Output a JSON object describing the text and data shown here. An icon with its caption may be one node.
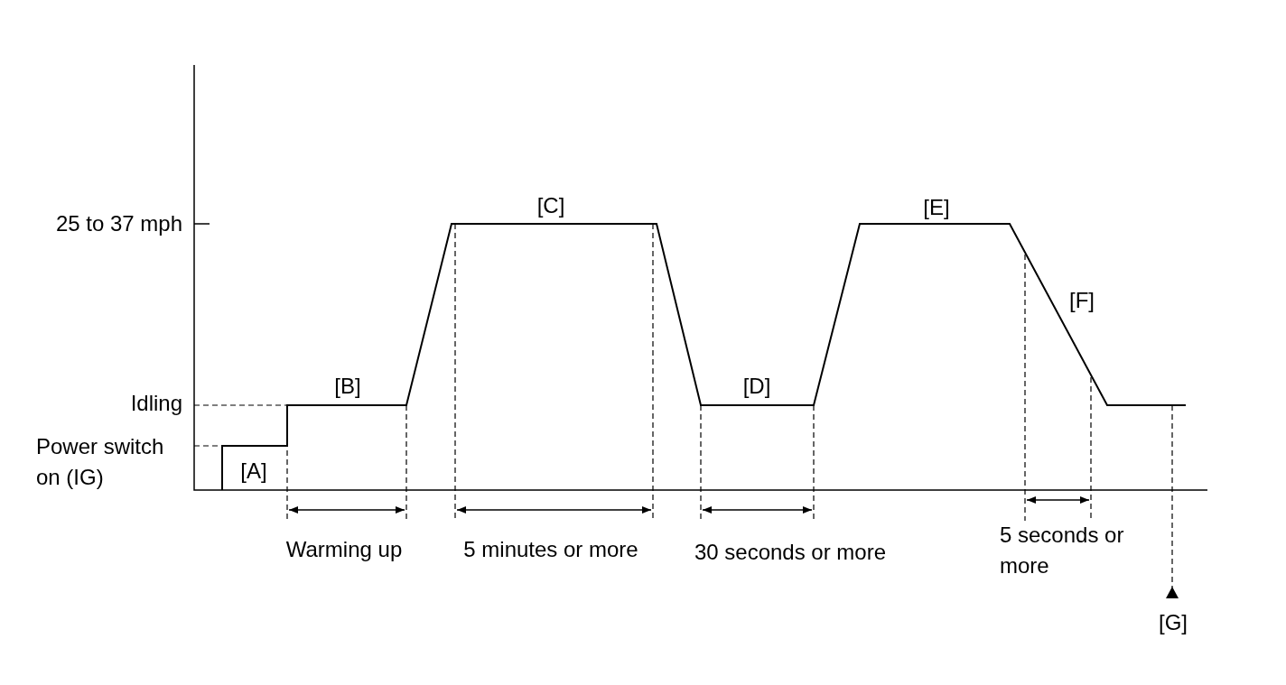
{
  "diagram": {
    "labels": [
      "25 to 37 mph",
      "[C]",
      "[E]",
      "[F]",
      "Idling",
      "[B]",
      "[D]",
      "Power switch on (IG)",
      "[A]",
      "Warming up",
      "5 minutes or more",
      "30 seconds or more",
      "5 seconds or more",
      "[G]"
    ]
  }
}
